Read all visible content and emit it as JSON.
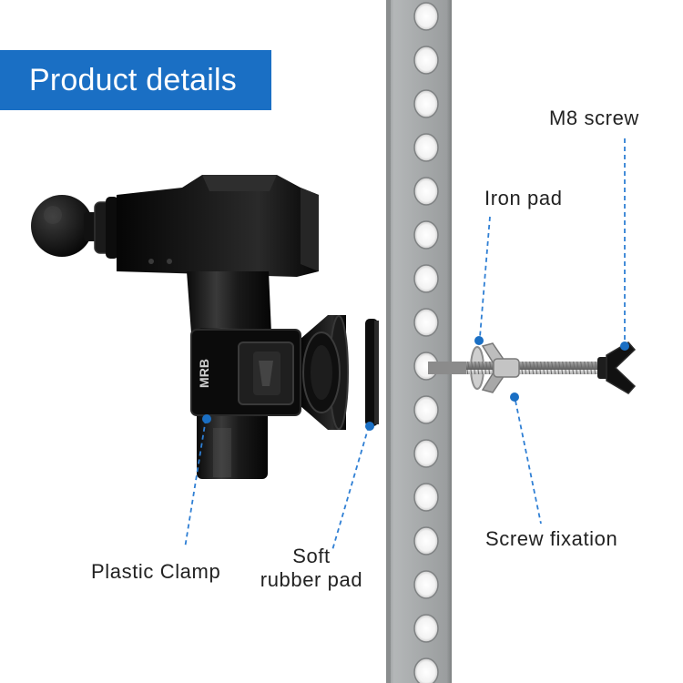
{
  "banner": {
    "title": "Product details"
  },
  "device_logo": "MRB",
  "callouts": {
    "m8_screw": "M8 screw",
    "iron_pad": "Iron pad",
    "screw_fixation": "Screw fixation",
    "plastic_clamp": "Plastic Clamp",
    "soft_rubber_pad_line1": "Soft",
    "soft_rubber_pad_line2": "rubber pad"
  },
  "colors": {
    "banner": "#1a6fc4",
    "leader_line": "#2f7fd4",
    "rail": "#a9acad",
    "device": "#111111"
  }
}
